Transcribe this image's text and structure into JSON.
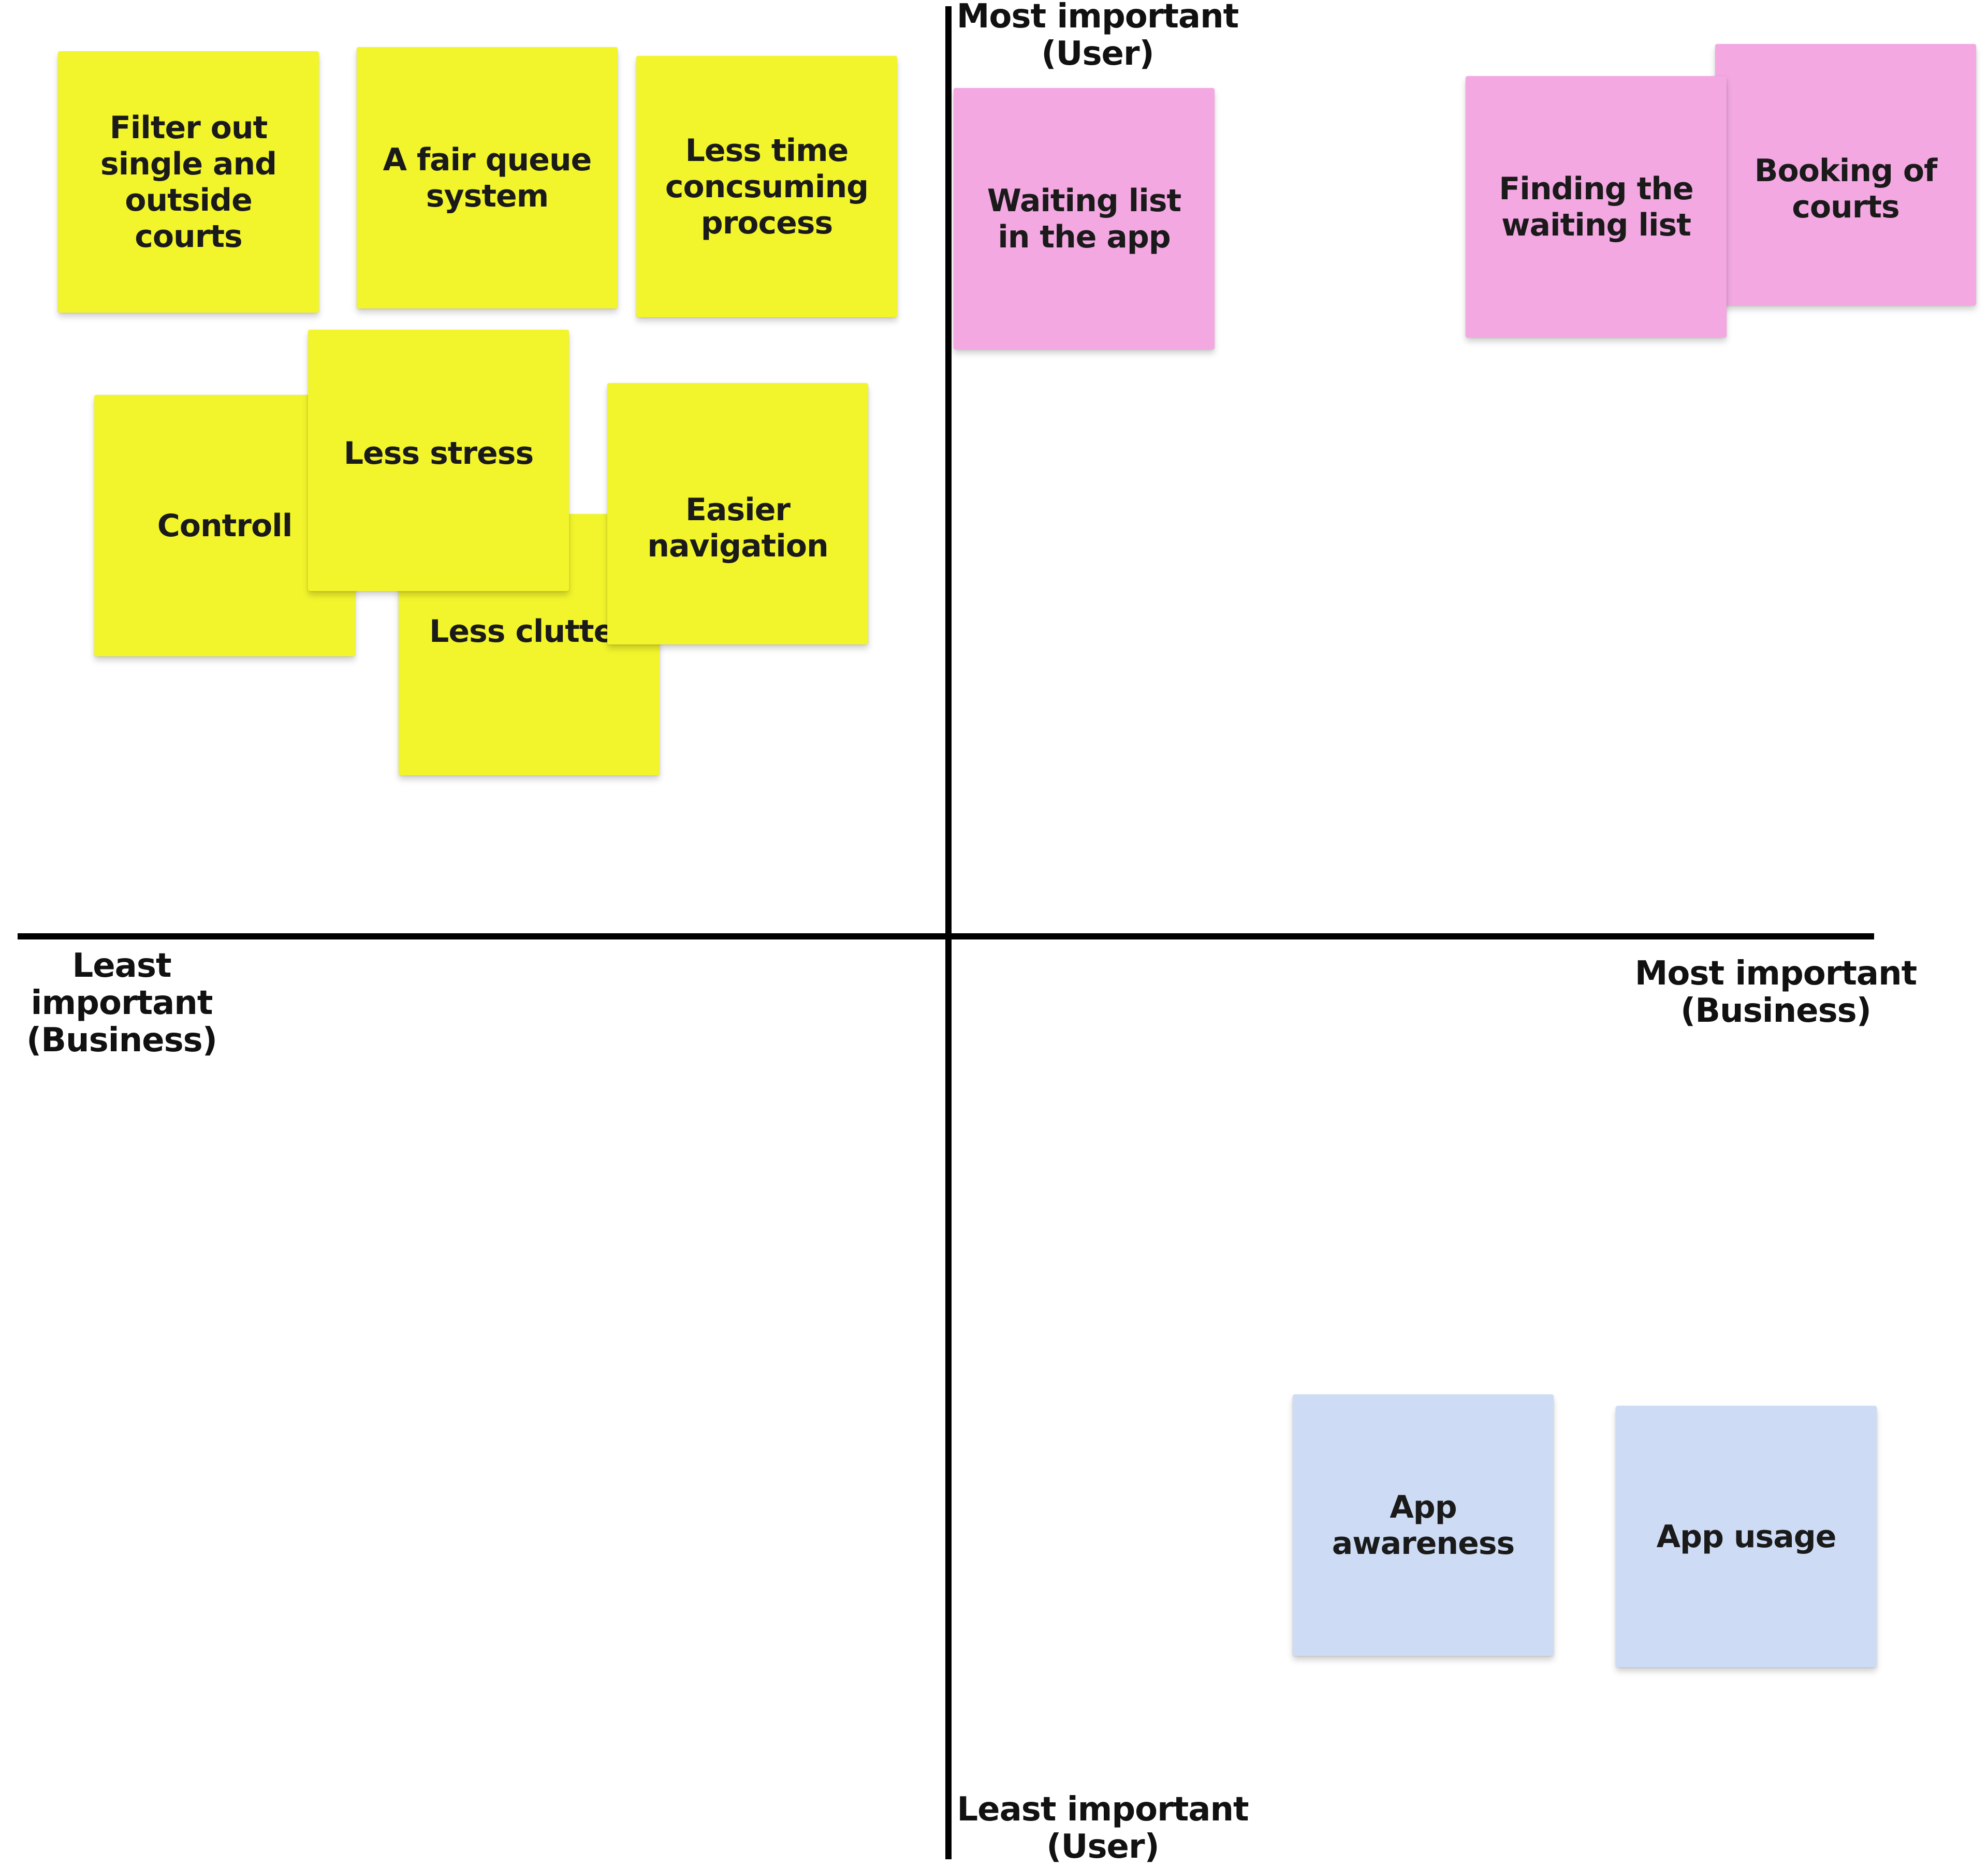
{
  "axes": {
    "top_label": [
      "Most important",
      "(User)"
    ],
    "bottom_label": [
      "Least important",
      "(User)"
    ],
    "left_label": [
      "Least important",
      "(Business)"
    ],
    "right_label": [
      "Most important",
      "(Business)"
    ]
  },
  "notes": {
    "filter_courts": {
      "text": "Filter out single and outside courts",
      "color": "#f2f52c"
    },
    "fair_queue": {
      "text": "A fair queue system",
      "color": "#f2f52c"
    },
    "less_time": {
      "text": "Less time concsuming process",
      "color": "#f2f52c"
    },
    "controll": {
      "text": "Controll",
      "color": "#f2f52c"
    },
    "less_clutter": {
      "text": "Less clutter",
      "color": "#f2f52c"
    },
    "less_stress": {
      "text": "Less stress",
      "color": "#f2f52c"
    },
    "easier_navigation": {
      "text": "Easier navigation",
      "color": "#f2f52c"
    },
    "waiting_list_app": {
      "text": "Waiting list in the app",
      "color": "#f3a8e2"
    },
    "finding_waiting_list": {
      "text": "Finding the waiting list",
      "color": "#f3a8e2"
    },
    "booking_courts": {
      "text": "Booking of courts",
      "color": "#f3a8e2"
    },
    "app_awareness": {
      "text": "App awareness",
      "color": "#cddcf4"
    },
    "app_usage": {
      "text": "App usage",
      "color": "#cddcf4"
    }
  }
}
